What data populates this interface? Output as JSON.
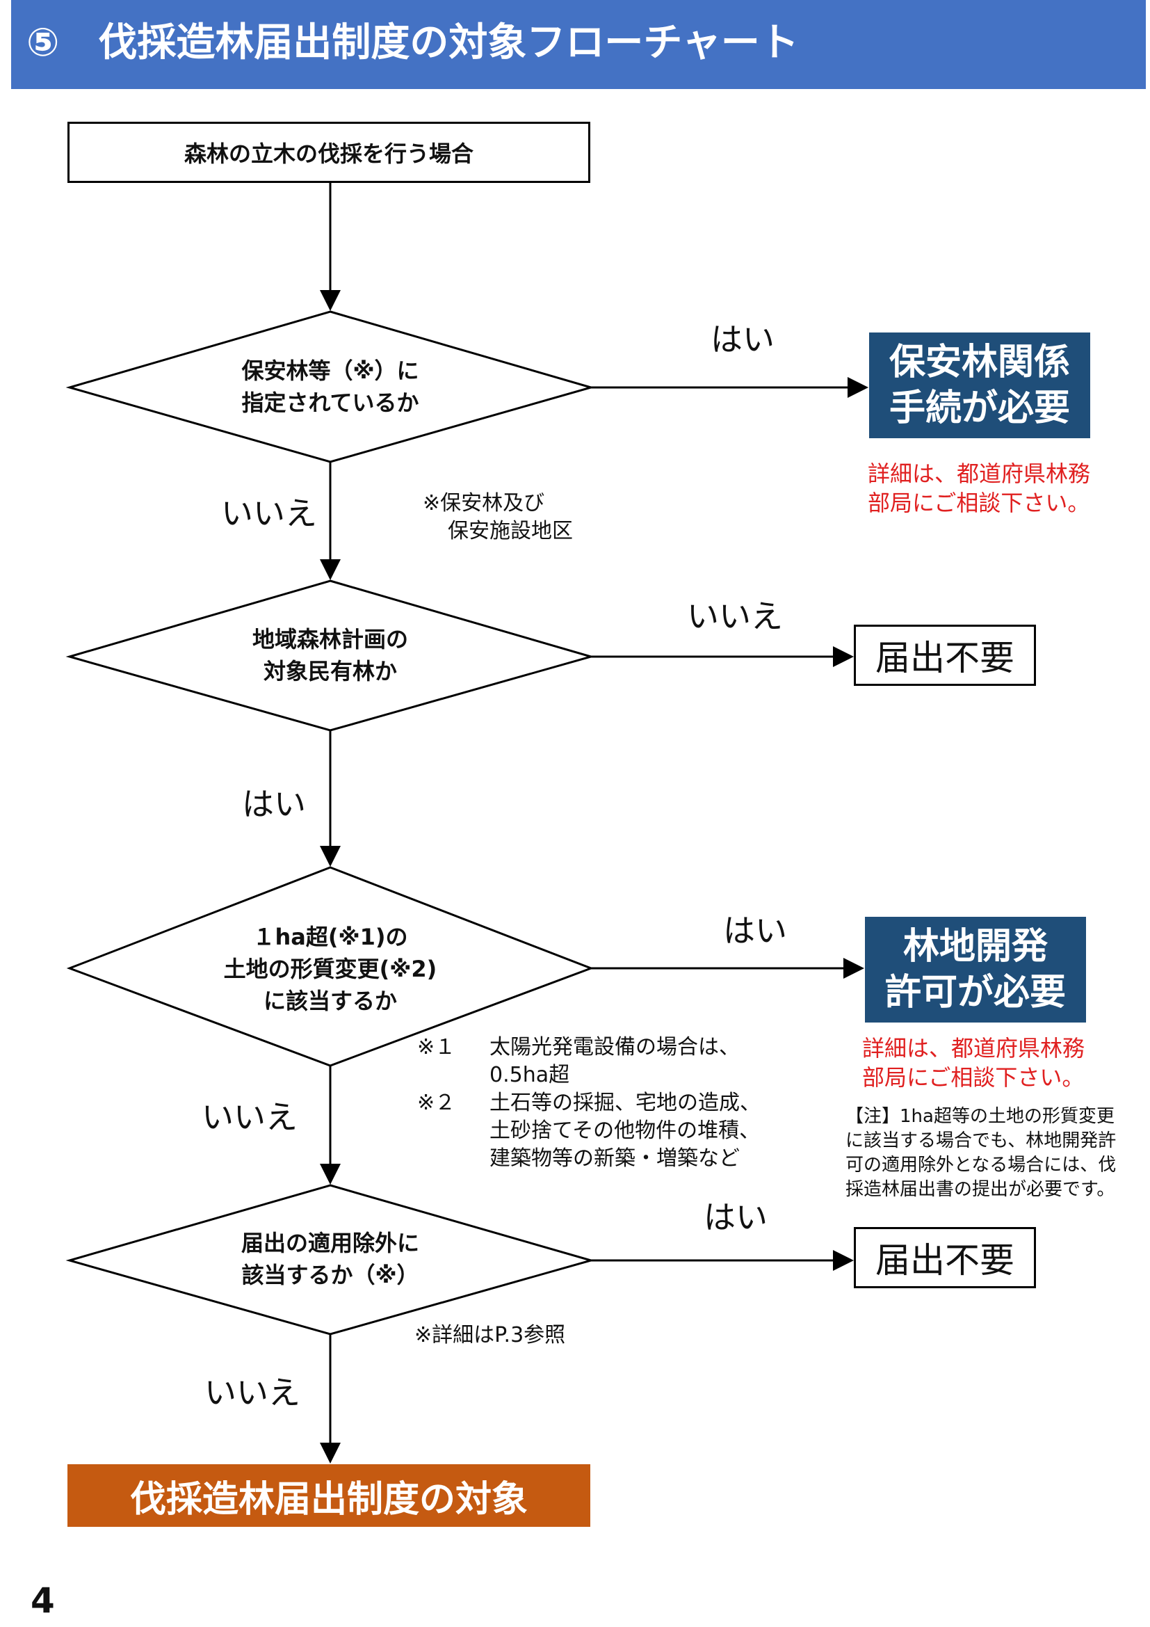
{
  "header": {
    "title": "⑤　伐採造林届出制度の対象フローチャート"
  },
  "start": "森林の立木の伐採を行う場合",
  "decisions": [
    {
      "line1": "保安林等（※）に",
      "line2": "指定されているか"
    },
    {
      "line1": "地域森林計画の",
      "line2": "対象民有林か"
    },
    {
      "line1": "１ha超(※1)の",
      "line2": "土地の形質変更(※2)",
      "line3": "に該当するか"
    },
    {
      "line1": "届出の適用除外に",
      "line2": "該当するか（※）"
    }
  ],
  "labels": {
    "yes": "はい",
    "no": "いいえ"
  },
  "results": {
    "forest_reserve": {
      "line1": "保安林関係",
      "line2": "手続が必要"
    },
    "no_notice_1": "届出不要",
    "dev_permit": {
      "line1": "林地開発",
      "line2": "許可が必要"
    },
    "no_notice_2": "届出不要",
    "final": "伐採造林届出制度の対象"
  },
  "consult_note": {
    "line1": "詳細は、都道府県林務",
    "line2": "部局にご相談下さい。"
  },
  "notes": {
    "reserve": {
      "line1": "※保安林及び",
      "line2": "保安施設地区"
    },
    "n1": {
      "mark": "※１",
      "line1": "太陽光発電設備の場合は、",
      "line2": "0.5ha超"
    },
    "n2": {
      "mark": "※２",
      "line1": "土石等の採掘、宅地の造成、",
      "line2": "土砂捨てその他物件の堆積、",
      "line3": "建築物等の新築・増築など"
    },
    "p3": "※詳細はP.3参照"
  },
  "caution": {
    "line1": "【注】1ha超等の土地の形質変更",
    "line2": "に該当する場合でも、林地開発許",
    "line3": "可の適用除外となる場合には、伐",
    "line4": "採造林届出書の提出が必要です。"
  },
  "page_number": "4"
}
